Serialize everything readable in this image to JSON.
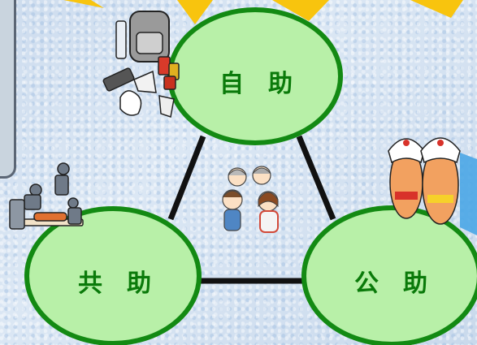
{
  "nodes": {
    "self_help": {
      "label": "自　助"
    },
    "mutual_help": {
      "label": "共　助"
    },
    "public_help": {
      "label": "公　助"
    }
  },
  "colors": {
    "circle_fill": "#b8f0a8",
    "circle_stroke": "#138a13",
    "label": "#0a7a0a",
    "connector": "#111111",
    "sun": "#f8c40e"
  },
  "icons": [
    "emergency-supplies-icon",
    "rescue-team-icon",
    "family-group-icon",
    "mascot-characters-icon",
    "sun-rays-icon"
  ]
}
